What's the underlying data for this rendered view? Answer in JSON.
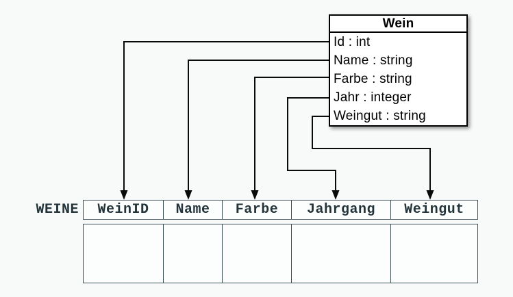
{
  "class_box": {
    "title": "Wein",
    "attributes": [
      "Id : int",
      "Name : string",
      "Farbe : string",
      "Jahr : integer",
      "Weingut : string"
    ]
  },
  "table": {
    "label": "WEINE",
    "columns": [
      "WeinID",
      "Name",
      "Farbe",
      "Jahrgang",
      "Weingut"
    ]
  },
  "mappings": [
    {
      "from": "Id",
      "to": "WeinID"
    },
    {
      "from": "Name",
      "to": "Name"
    },
    {
      "from": "Farbe",
      "to": "Farbe"
    },
    {
      "from": "Jahr",
      "to": "Jahrgang"
    },
    {
      "from": "Weingut",
      "to": "Weingut"
    }
  ],
  "colors": {
    "background": "#f8f9f9",
    "box_border": "#000000",
    "box_fill": "#ffffff",
    "connector": "#0a0a0a",
    "table_border": "#3d4e54",
    "table_text": "#22333a"
  }
}
